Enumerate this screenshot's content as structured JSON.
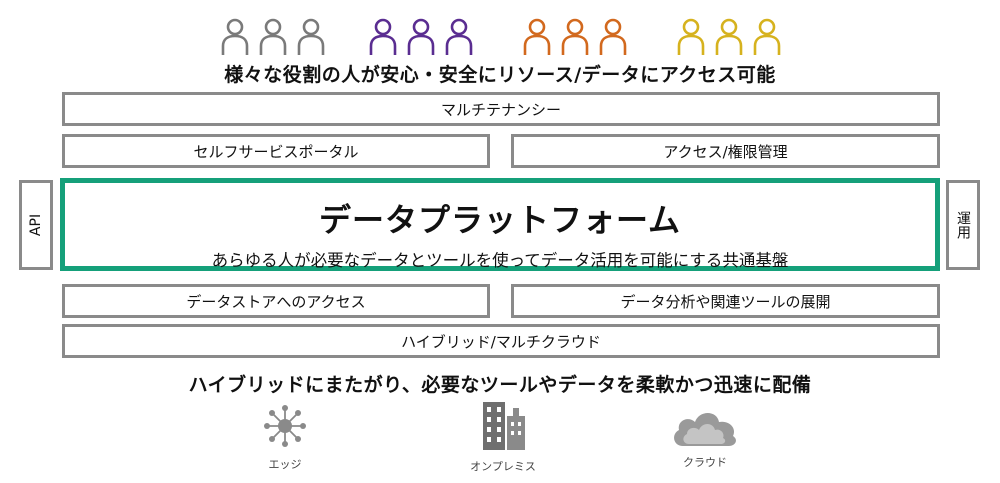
{
  "people_groups": [
    {
      "color": "#7a7a7a",
      "count": 3
    },
    {
      "color": "#5a2d91",
      "count": 3
    },
    {
      "color": "#d2691e",
      "count": 3
    },
    {
      "color": "#d6b21e",
      "count": 3
    }
  ],
  "heading_top": "様々な役割の人が安心・安全にリソース/データにアクセス可能",
  "layers": {
    "multitenancy": "マルチテナンシー",
    "self_service": "セルフサービスポータル",
    "access_control": "アクセス/権限管理",
    "datastore_access": "データストアへのアクセス",
    "analytics_tools": "データ分析や関連ツールの展開",
    "hybrid_multicloud": "ハイブリッド/マルチクラウド"
  },
  "platform": {
    "title": "データプラットフォーム",
    "subtitle": "あらゆる人が必要なデータとツールを使ってデータ活用を可能にする共通基盤",
    "border_color": "#15a07a"
  },
  "side": {
    "left": "API",
    "right": "運用"
  },
  "heading_bottom": "ハイブリッドにまたがり、必要なツールやデータを柔軟かつ迅速に配備",
  "bottom_icons": [
    {
      "icon": "edge-network-icon",
      "label": "エッジ"
    },
    {
      "icon": "buildings-icon",
      "label": "オンプレミス"
    },
    {
      "icon": "cloud-icon",
      "label": "クラウド"
    }
  ]
}
